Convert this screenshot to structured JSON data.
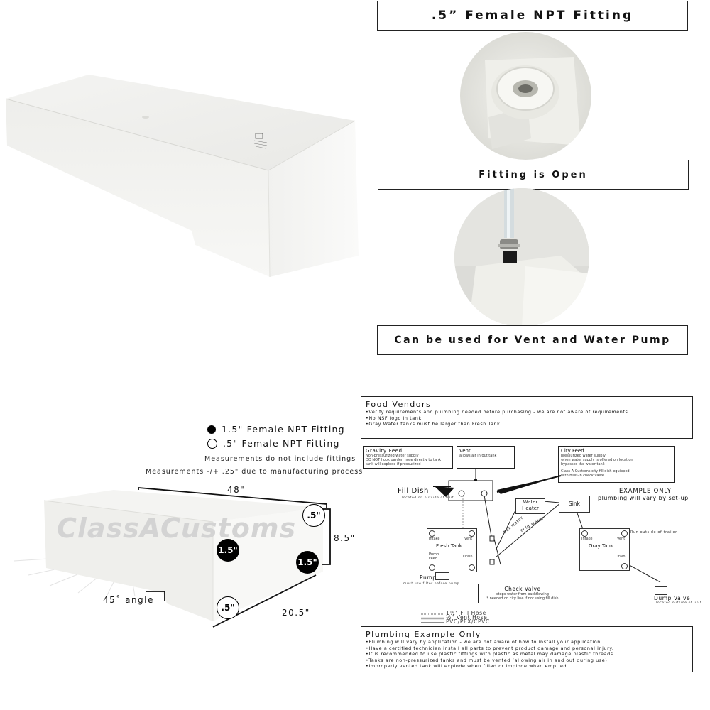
{
  "captions": {
    "fitting_header": ".5” Female NPT Fitting",
    "fitting_open": "Fitting is Open",
    "vent_pump": "Can be used for Vent and Water Pump"
  },
  "legend": {
    "filled": "1.5\" Female NPT Fitting",
    "open": ".5\" Female NPT Fitting",
    "note_fittings": "Measurements do not include fittings",
    "note_tolerance": "Measurements -/+ .25\" due to manufacturing process"
  },
  "dimensions": {
    "length": "48\"",
    "height": "8.5\"",
    "angle": "45˚ angle",
    "width": "20.5\"",
    "marker_half": ".5\"",
    "marker_one_half": "1.5\""
  },
  "watermark": "ClassACustoms",
  "diagram": {
    "food_vendors": {
      "title": "Food Vendors",
      "lines": [
        "•Verify requirements and plumbing needed before purchasing - we are not aware of requirements",
        "•No NSF logo in tank",
        "•Gray Water tanks must be larger than Fresh Tank"
      ]
    },
    "gravity_feed": {
      "title": "Gravity Feed",
      "lines": [
        "Non-pressurized water supply",
        "DO NOT hook garden hose directly to tank",
        "tank will explode if pressurized"
      ]
    },
    "vent": {
      "title": "Vent",
      "line": "allows air in/out tank"
    },
    "city_feed": {
      "title": "City Feed",
      "lines": [
        "pressurized water supply",
        "when water supply is offered on location",
        "bypasses the water tank",
        "",
        "Class A Customs city fill dish equipped",
        "with built-in check valve"
      ]
    },
    "fill_dish": {
      "title": "Fill Dish",
      "sub": "located on outside of unit"
    },
    "example": {
      "title": "EXAMPLE ONLY",
      "sub": "plumbing will vary by set-up"
    },
    "water_heater": "Water Heater",
    "sink": "Sink",
    "hot_water": "hot water",
    "cold_water": "cold water",
    "fresh_tank": {
      "label": "Fresh Tank",
      "intake": "Intake",
      "vent": "Vent",
      "pump_feed": "Pump Feed",
      "drain": "Drain"
    },
    "gray_tank": {
      "label": "Gray Tank",
      "intake": "Intake",
      "vent": "Vent",
      "drain": "Drain",
      "run_outside": "Run outside of trailer"
    },
    "pump": {
      "title": "Pump",
      "sub": "must use filter before pump"
    },
    "check_valve": {
      "title": "Check Valve",
      "sub1": "stops water from backflowing",
      "sub2": "* needed on city line if not using fill dish"
    },
    "dump_valve": {
      "title": "Dump Valve",
      "sub": "located outside of unit"
    },
    "hose_legend": [
      "1½\" Fill Hose",
      "½\" Vent Hose",
      "PVC/PEX/CPVC"
    ],
    "plumbing": {
      "title": "Plumbing Example Only",
      "lines": [
        "•Plumbing will vary by application - we are not aware of how to install your application",
        "•Have a certified technician install all parts to prevent product damage and personal injury.",
        "•It is recommended to use plastic fittings with plastic as metal may damage plastic threads",
        "•Tanks are non-pressurized tanks and must be vented (allowing air in and out during use).",
        "•Improperly vented tank will explode when filled or implode when emptied."
      ]
    }
  }
}
